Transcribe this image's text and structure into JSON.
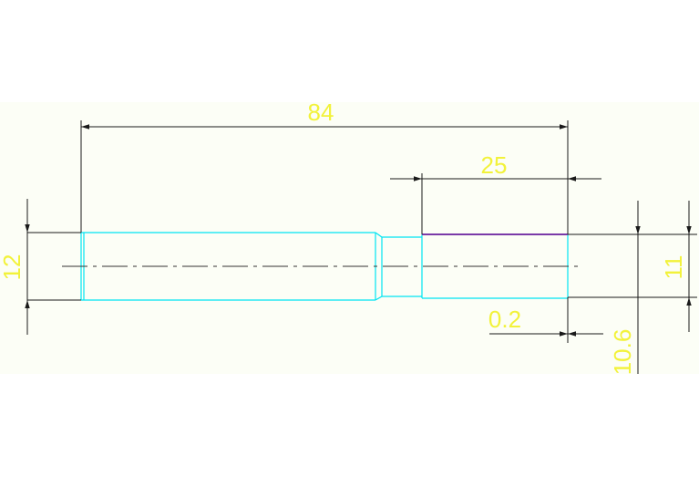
{
  "colors": {
    "background": "#ffffff",
    "drawing_area": "#fcfef6",
    "outline": "#1a1a1a",
    "part": "#00e5f2",
    "highlight": "#7a3aa8",
    "center_line": "#333333",
    "dimension_text": "#f2f23a"
  },
  "dimensions": {
    "overall_length": "84",
    "right_section_length": "25",
    "diameter_left": "12",
    "diameter_right": "11",
    "step_offset": "0.2",
    "lower_value": "10.6"
  }
}
